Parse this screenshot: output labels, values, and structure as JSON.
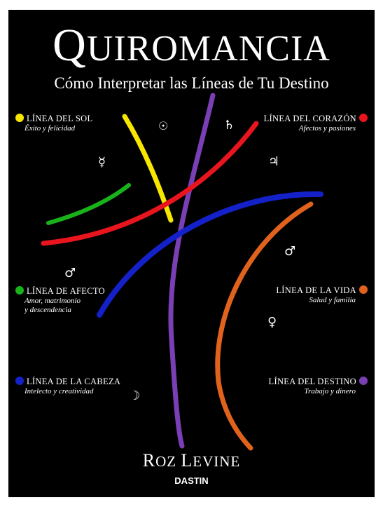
{
  "title": "Quiromancia",
  "title_first": "Q",
  "title_rest": "UIROMANCIA",
  "subtitle": "Cómo Interpretar las Líneas de Tu Destino",
  "legend": {
    "sol": {
      "name": "LÍNEA DEL SOL",
      "desc": "Éxito y felicidad",
      "color": "#f7e600"
    },
    "corazon": {
      "name": "LÍNEA DEL CORAZÓN",
      "desc": "Afectos y pasiones",
      "color": "#e8141e"
    },
    "afecto": {
      "name": "LÍNEA DE AFECTO",
      "desc1": "Amor, matrimonio",
      "desc2": "y descendencia",
      "color": "#19b21a"
    },
    "vida": {
      "name": "LÍNEA DE LA VIDA",
      "desc": "Salud y familia",
      "color": "#e0621c"
    },
    "cabeza": {
      "name": "LÍNEA DE LA CABEZA",
      "desc": "Intelecto y creatividad",
      "color": "#1420c8"
    },
    "destino": {
      "name": "LÍNEA DEL DESTINO",
      "desc": "Trabajo y dinero",
      "color": "#7a3fb5"
    }
  },
  "planets": {
    "sun": "☉",
    "saturn": "♄",
    "mercury": "☿",
    "jupiter": "♃",
    "mars_right": "♂",
    "mars_left": "♂",
    "venus": "♀",
    "moon": "☽"
  },
  "author": "Roz Levine",
  "author_first": "R",
  "author_mid": "OZ ",
  "author_first2": "L",
  "author_rest": "EVINE",
  "publisher": "DASTIN"
}
